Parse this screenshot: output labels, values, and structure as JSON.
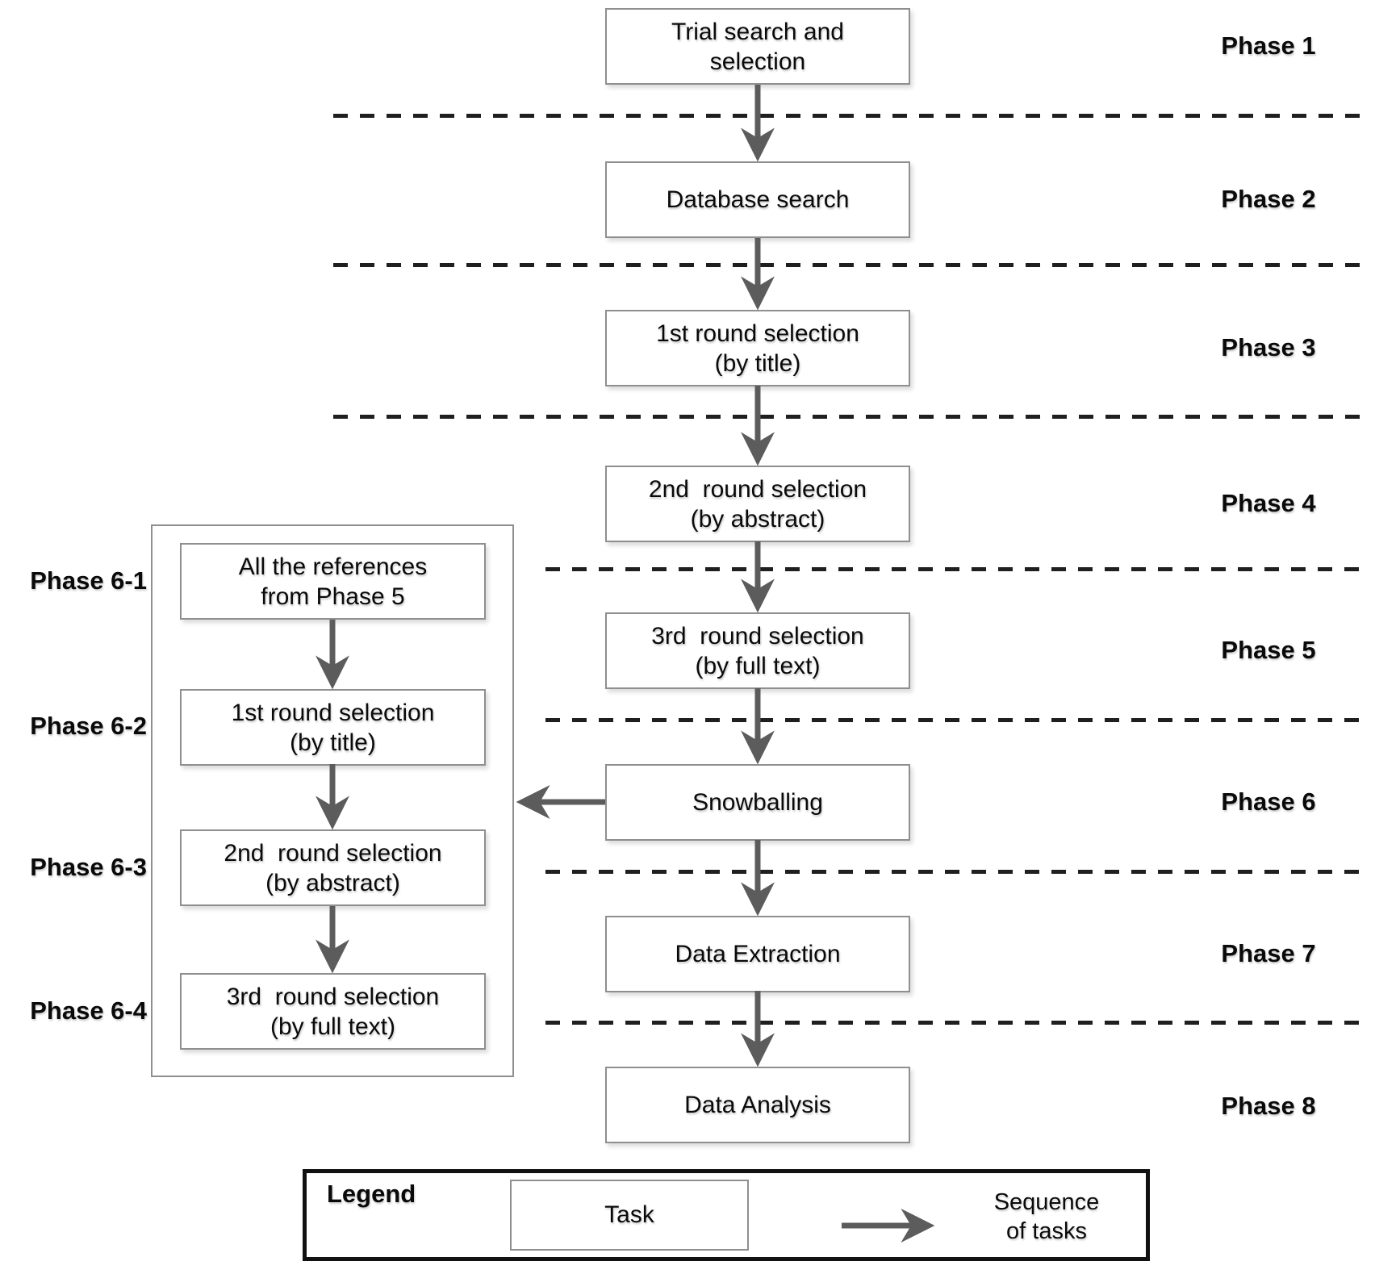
{
  "main_flow": [
    {
      "task": "Trial search and\nselection",
      "phase": "Phase 1"
    },
    {
      "task": "Database search",
      "phase": "Phase 2"
    },
    {
      "task": "1st round selection\n(by title)",
      "phase": "Phase 3"
    },
    {
      "task": "2nd  round selection\n(by abstract)",
      "phase": "Phase 4"
    },
    {
      "task": "3rd  round selection\n(by full text)",
      "phase": "Phase 5"
    },
    {
      "task": "Snowballing",
      "phase": "Phase 6"
    },
    {
      "task": "Data Extraction",
      "phase": "Phase 7"
    },
    {
      "task": "Data Analysis",
      "phase": "Phase 8"
    }
  ],
  "subprocess": [
    {
      "task": "All the references\nfrom Phase 5",
      "phase": "Phase 6-1"
    },
    {
      "task": "1st round selection\n(by title)",
      "phase": "Phase 6-2"
    },
    {
      "task": "2nd  round selection\n(by abstract)",
      "phase": "Phase 6-3"
    },
    {
      "task": "3rd  round selection\n(by full text)",
      "phase": "Phase 6-4"
    }
  ],
  "legend": {
    "title": "Legend",
    "task_label": "Task",
    "sequence_label": "Sequence\nof tasks"
  },
  "colors": {
    "box_border": "#8f8f8f",
    "arrow": "#5c5c5c",
    "dashed_line": "#1f1f1f",
    "text": "#0a0a0a",
    "legend_border": "#111111"
  }
}
